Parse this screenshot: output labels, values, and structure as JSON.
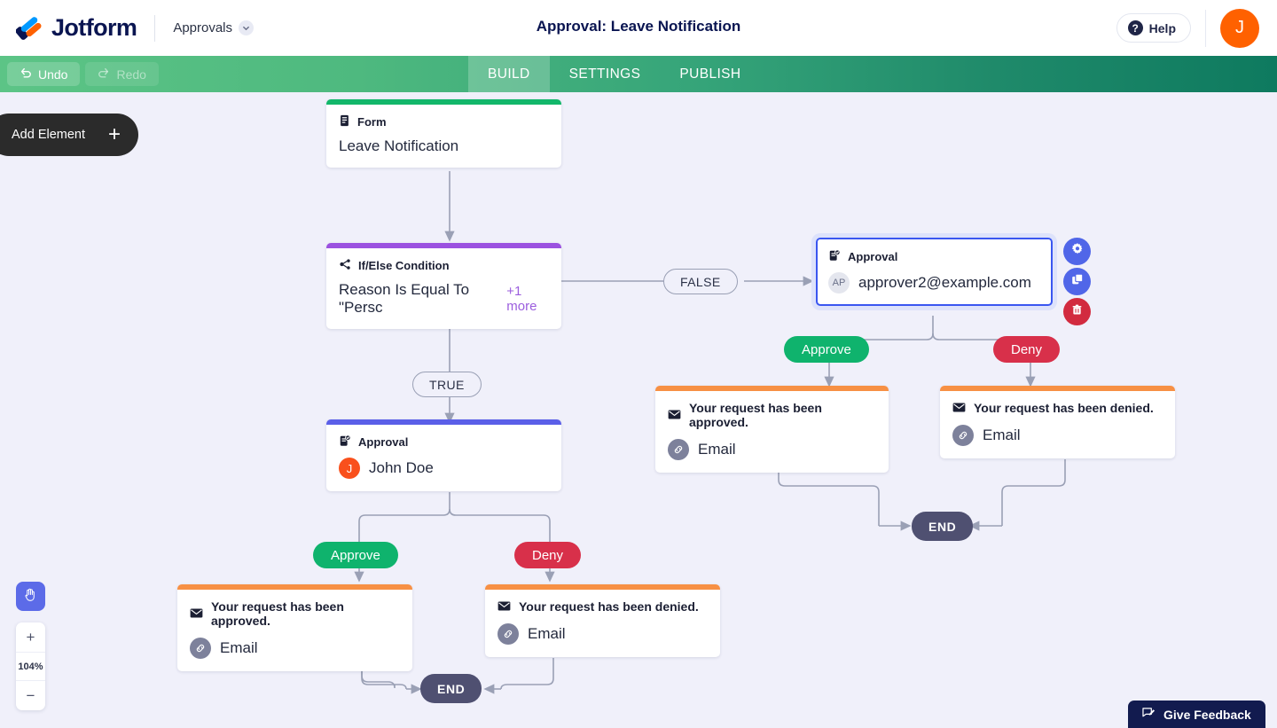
{
  "header": {
    "brand": "Jotform",
    "product_selector": "Approvals",
    "title": "Approval: Leave Notification",
    "help_label": "Help",
    "avatar_initial": "J"
  },
  "toolbar": {
    "undo_label": "Undo",
    "redo_label": "Redo",
    "tabs": [
      {
        "label": "BUILD",
        "active": true
      },
      {
        "label": "SETTINGS",
        "active": false
      },
      {
        "label": "PUBLISH",
        "active": false
      }
    ]
  },
  "canvas": {
    "add_element_label": "Add Element",
    "zoom_level": "104%",
    "nodes": [
      {
        "id": "form",
        "kind": "Form",
        "value": "Leave Notification",
        "accent": "#12b76a",
        "icon": "form-icon"
      },
      {
        "id": "condition",
        "kind": "If/Else Condition",
        "value": "Reason Is Equal To \"Persc",
        "more": "+1 more",
        "accent": "#9b51e0",
        "icon": "branch-icon"
      },
      {
        "id": "approval-right",
        "kind": "Approval",
        "value": "approver2@example.com",
        "avatar_initials": "AP",
        "accent": "#3a56f0",
        "icon": "approval-icon",
        "selected": true
      },
      {
        "id": "approval-left",
        "kind": "Approval",
        "value": "John Doe",
        "avatar_initials": "J",
        "accent": "#5b5fe8",
        "icon": "approval-icon",
        "selected": false
      },
      {
        "id": "email-approved-right",
        "kind": "Your request has been approved.",
        "value": "Email",
        "accent": "#f79044",
        "icon": "envelope-icon"
      },
      {
        "id": "email-denied-right",
        "kind": "Your request has been denied.",
        "value": "Email",
        "accent": "#f79044",
        "icon": "envelope-icon"
      },
      {
        "id": "email-approved-left",
        "kind": "Your request has been approved.",
        "value": "Email",
        "accent": "#f79044",
        "icon": "envelope-icon"
      },
      {
        "id": "email-denied-left",
        "kind": "Your request has been denied.",
        "value": "Email",
        "accent": "#f79044",
        "icon": "envelope-icon"
      }
    ],
    "branch_labels": {
      "true": "TRUE",
      "false": "FALSE",
      "approve": "Approve",
      "deny": "Deny"
    },
    "end_label": "END",
    "node_actions": {
      "settings": "gear-icon",
      "duplicate": "duplicate-icon",
      "delete": "trash-icon"
    }
  },
  "feedback": {
    "label": "Give Feedback"
  },
  "colors": {
    "brand_navy": "#0a1551",
    "accent_orange": "#ff6100",
    "green": "#0fb36d",
    "red": "#d8304a",
    "indigo": "#5b5fe8",
    "purple": "#9b51e0",
    "orange_bar": "#f79044",
    "end_grey": "#4f5071",
    "canvas_bg": "#f0f0fa"
  }
}
